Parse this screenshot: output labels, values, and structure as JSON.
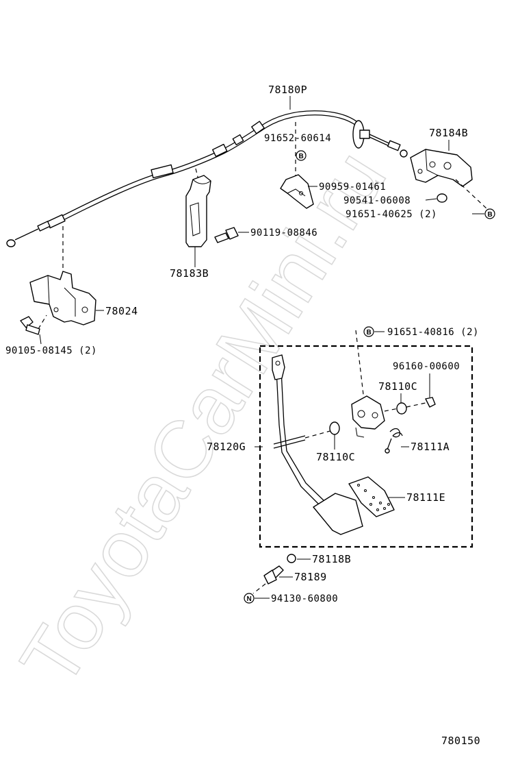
{
  "watermark": "ToyotaCarMini.ru",
  "diagram_number": "780150",
  "parts": {
    "p78180P": "78180P",
    "p91652": "91652-60614",
    "p78184B": "78184B",
    "p90959": "90959-01461",
    "p90541": "90541-06008",
    "p91651_40625": "91651-40625 (2)",
    "p90119": "90119-08846",
    "p78183B": "78183B",
    "p78024": "78024",
    "p90105": "90105-08145 (2)",
    "p91651_40816": "91651-40816 (2)",
    "p96160": "96160-00600",
    "p78110C_a": "78110C",
    "p78120G": "78120G",
    "p78110C_b": "78110C",
    "p78111A": "78111A",
    "p78111E": "78111E",
    "p78118B": "78118B",
    "p78189": "78189",
    "p94130": "94130-60800"
  },
  "badges": {
    "b1": "B",
    "b2": "B",
    "b3": "B",
    "n1": "N"
  }
}
